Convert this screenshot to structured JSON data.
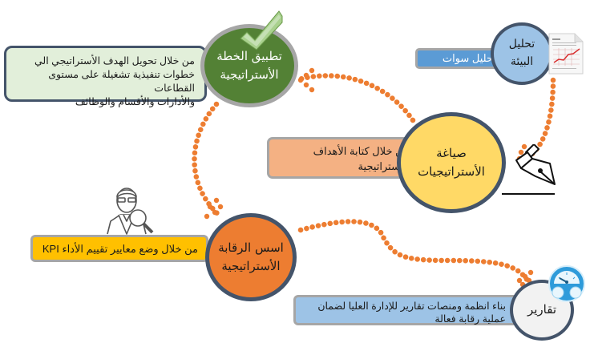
{
  "colors": {
    "dots": "#ED7D31",
    "ring_dark": "#44546A",
    "ring_gray": "#A6A6A6",
    "green_fill": "#538135",
    "blue_fill": "#9DC3E6",
    "yellow_fill": "#FFD966",
    "orange_fill": "#ED7D31",
    "white_fill": "#F2F2F2",
    "box_green": "#E2EFDA",
    "box_blue": "#5B9BD5",
    "box_salmon": "#F4B183",
    "box_gold": "#FFC000",
    "box_lightblue": "#9DC3E6"
  },
  "nodes": {
    "environment": {
      "line1": "تحليل",
      "line2": "البيئة",
      "icon": "report-chart-icon"
    },
    "formulation": {
      "line1": "صياغة",
      "line2": "الأستراتيجيات",
      "icon": "fountain-pen-icon"
    },
    "implementation": {
      "line1": "تطبيق الخطة",
      "line2": "الأستراتيجية",
      "icon": "checkmark-icon"
    },
    "control": {
      "line1": "اسس الرقابة",
      "line2": "الأستراتيجية",
      "icon": "person-magnifier-icon"
    },
    "reports": {
      "line1": "تقارير",
      "icon": "dashboard-gauge-icon"
    }
  },
  "boxes": {
    "environment": {
      "lines": [
        "تحليل سوات"
      ]
    },
    "formulation": {
      "lines": [
        "من خلال كتابة الأهداف",
        "الأستراتيجية"
      ]
    },
    "implementation": {
      "lines": [
        "من خلال تحويل الهدف الأستراتيجي الي",
        "خطوات تنفيذية تشغيلة على مستوى القطاعات",
        "والأدارات والأقسام والوظائف"
      ]
    },
    "control": {
      "lines": [
        "من خلال وضع معايير تقييم الأداء KPI"
      ]
    },
    "reports": {
      "lines": [
        "بناء انظمة ومنصات تقارير للإدارة العليا لضمان",
        "عملية رقابة فعالة"
      ]
    }
  }
}
